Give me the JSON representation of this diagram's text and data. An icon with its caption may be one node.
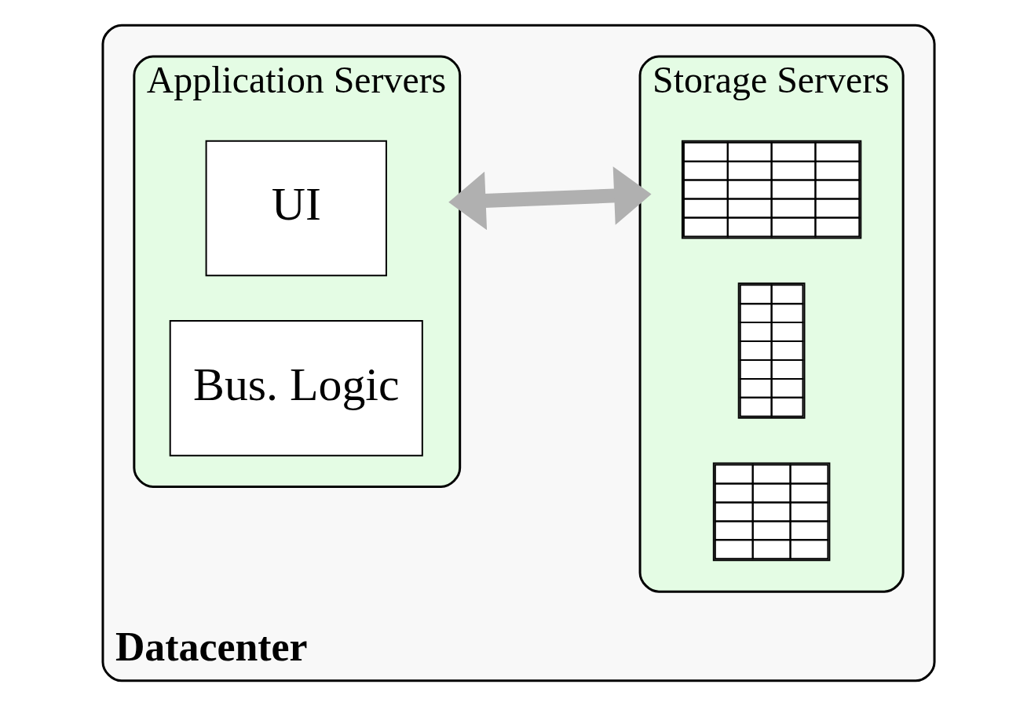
{
  "diagram": {
    "nodes": [
      {
        "text": [
          "Datacenter"
        ]
      },
      {
        "text": [
          "Application Servers"
        ],
        "in": 0
      },
      {
        "text": [
          "UI"
        ],
        "in": 1
      },
      {
        "text": [
          "Bus. Logic"
        ],
        "in": 1
      },
      {
        "text": [
          "Storage Servers"
        ],
        "in": 0
      },
      {
        "text": [],
        "shape": "table",
        "in": 4
      },
      {
        "text": [],
        "shape": "table",
        "in": 4
      },
      {
        "text": [],
        "shape": "table",
        "in": 4
      }
    ],
    "edges": [
      {
        "from": 1,
        "to": 4,
        "arrow": "both"
      }
    ]
  }
}
